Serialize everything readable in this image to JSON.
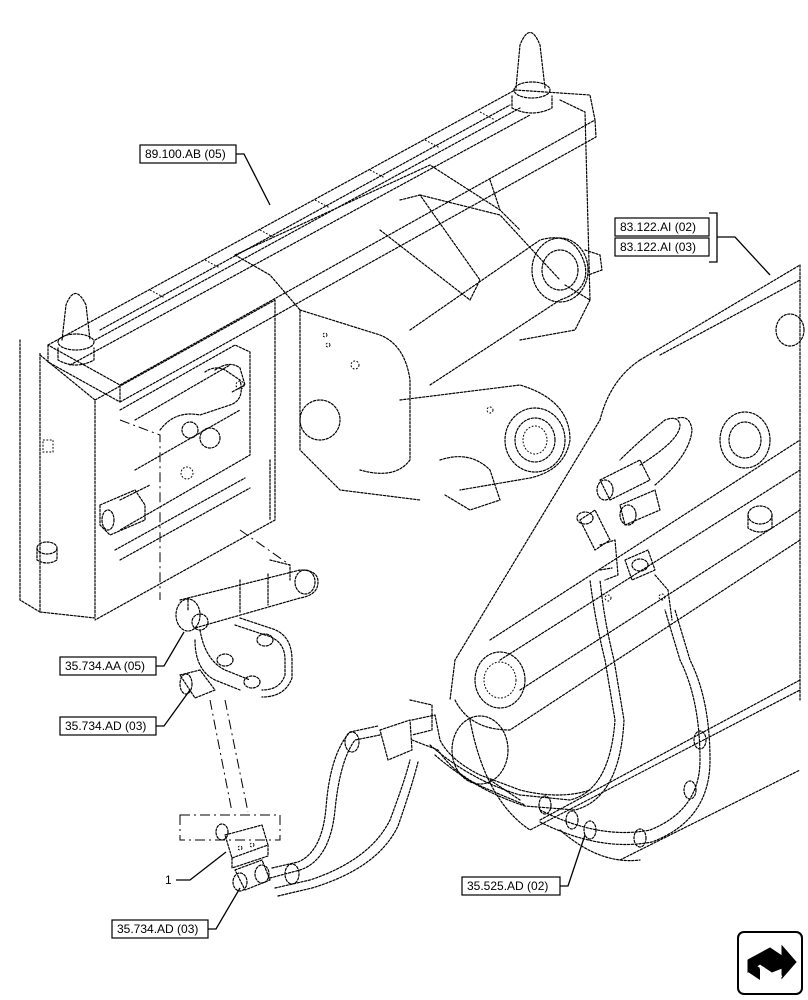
{
  "callouts": {
    "c1": "89.100.AB (05)",
    "c2": "83.122.AI (02)",
    "c3": "83.122.AI (03)",
    "c4": "35.734.AA (05)",
    "c5": "35.734.AD (03)",
    "c6": "35.525.AD (02)",
    "c7": "35.734.AD (03)"
  },
  "item_number": "1",
  "nav_icon": "next-page-arrow-icon"
}
